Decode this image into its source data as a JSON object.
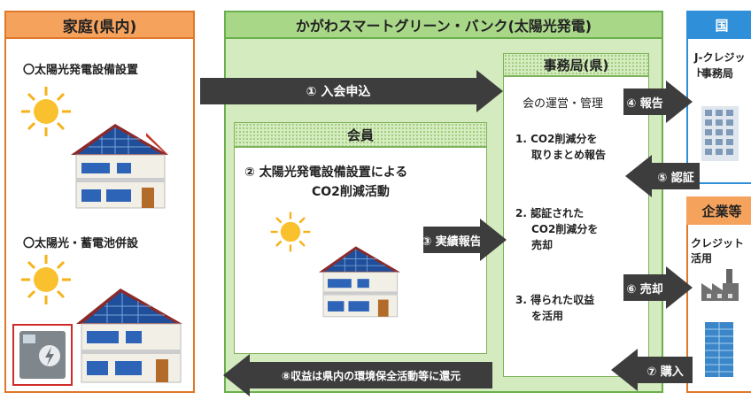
{
  "household": {
    "title": "家庭(県内)",
    "item1": "〇太陽光発電設備設置",
    "item2": "〇太陽光・蓄電池併設"
  },
  "bank": {
    "title": "かがわスマートグリーン・バンク(太陽光発電)"
  },
  "secretariat": {
    "title": "事務局(県)",
    "role": "会の運営・管理",
    "step1_l1": "1. CO2削減分を",
    "step1_l2": "取りまとめ報告",
    "step2_l1": "2. 認証された",
    "step2_l2": "CO2削減分を",
    "step2_l3": "売却",
    "step3_l1": "3. 得られた収益",
    "step3_l2": "を活用"
  },
  "member": {
    "title": "会員",
    "activity_l1": "② 太陽光発電設備設置による",
    "activity_l2": "CO2削減活動"
  },
  "country": {
    "title": "国",
    "office_l1": "J-クレジット",
    "office_l2": "事務局"
  },
  "company": {
    "title": "企業等",
    "use": "クレジット活用"
  },
  "arrows": {
    "a1": "① 入会申込",
    "a3": "③ 実績報告",
    "a4": "④ 報告",
    "a5": "⑤ 認証",
    "a6": "⑥ 売却",
    "a7": "⑦ 購入",
    "a8": "⑧収益は県内の環境保全活動等に還元"
  },
  "colors": {
    "orange": "#f5a25d",
    "orange_border": "#e0782a",
    "green_panel": "#d3ebbf",
    "green_border": "#6ab04c",
    "blue_header": "#2f8fd8",
    "arrow": "#3d3d3d"
  }
}
